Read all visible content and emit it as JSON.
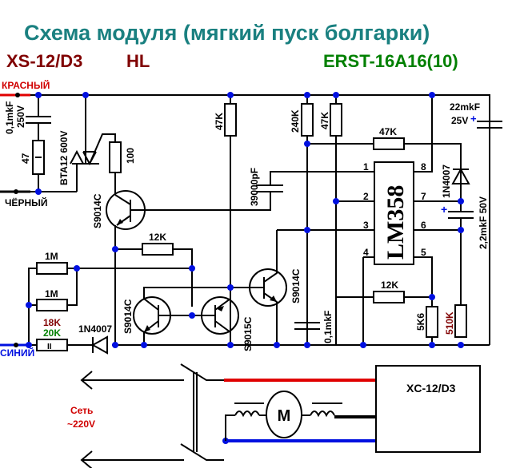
{
  "title": "Схема модуля (мягкий пуск болгарки)",
  "header": {
    "left_model": "XS-12/D3",
    "hl": "HL",
    "right_model": "ERST-16A16(10)"
  },
  "wires": {
    "red": "КРАСНЫЙ",
    "black": "ЧЁРНЫЙ",
    "blue": "СИНИЙ"
  },
  "components": {
    "c_snubber": [
      "0,1mkF",
      "250V"
    ],
    "r_snubber": "47",
    "triac": "BTA12 600V",
    "r_gate": "100",
    "q1": "S9014C",
    "r_47k_a": "47K",
    "c_39n": "39000pF",
    "r_240k": "240K",
    "r_47k_b": "47K",
    "r_47k_c": "47K",
    "c_22u": [
      "22mkF",
      "25V"
    ],
    "plus": "+",
    "opamp": "LM358",
    "pins": [
      "1",
      "2",
      "3",
      "4",
      "5",
      "6",
      "7",
      "8"
    ],
    "d_top": "1N4007",
    "c_2u2": "2,2mkF 50V",
    "r_12k_a": "12K",
    "r_1m_a": "1M",
    "r_1m_b": "1M",
    "r_drop_old": "18K",
    "r_drop_new": "20K",
    "r_drop_mark": "II",
    "d_bottom": "1N4007",
    "q2": "S9014C",
    "q3": "S9015C",
    "q4": "S9014C",
    "c_100n": "0,1mkF",
    "r_12k_b": "12K",
    "r_5k6": "5K6",
    "r_510k": "510K"
  },
  "wiring_diagram": {
    "mains": [
      "Сеть",
      "~220V"
    ],
    "motor": "M",
    "module": "XC-12/D3"
  },
  "colors": {
    "title": "#1a8080",
    "model_red": "#800000",
    "model_green": "#008000",
    "wire_red": "#e00000",
    "wire_blue": "#0010e0",
    "junction": "#0010e0"
  }
}
